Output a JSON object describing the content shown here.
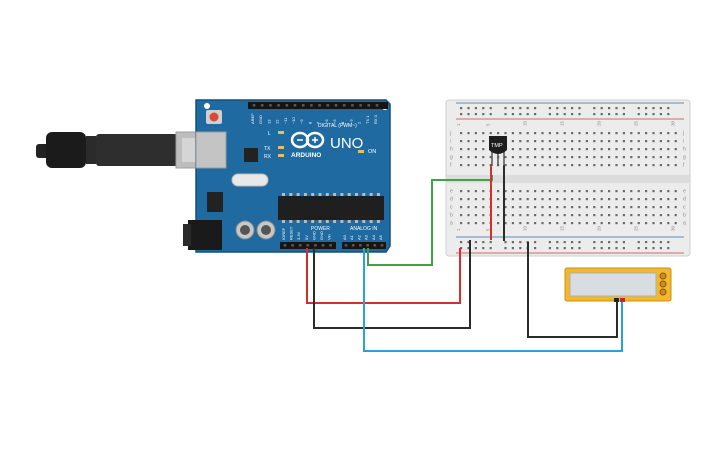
{
  "colors": {
    "board": "#1e6aa1",
    "board_dark": "#154f7a",
    "breadboard": "#e9e9e9",
    "rail_red": "#d23a3a",
    "rail_blue": "#2a6fb0",
    "wire_red": "#d32f2f",
    "wire_black": "#2b2b2b",
    "wire_green": "#43a047",
    "wire_blue": "#29a3d6",
    "display_frame": "#f2b72a",
    "display_screen": "#d7dde0"
  },
  "arduino": {
    "brand": "ARDUINO",
    "model": "UNO",
    "digital_label": "DIGITAL (PWM~)",
    "power_label": "POWER",
    "analog_label": "ANALOG IN",
    "on_label": "ON",
    "led_l": "L",
    "led_tx": "TX",
    "led_rx": "RX",
    "digital_pins": [
      "AREF",
      "GND",
      "13",
      "12",
      "~11",
      "~10",
      "~9",
      "8",
      "7",
      "~6",
      "~5",
      "4",
      "~3",
      "2",
      "TX 1",
      "RX 0"
    ],
    "power_pins": [
      "IOREF",
      "RESET",
      "3.3V",
      "5V",
      "GND",
      "GND",
      "Vin"
    ],
    "analog_pins": [
      "A0",
      "A1",
      "A2",
      "A3",
      "A4",
      "A5"
    ]
  },
  "sensor": {
    "label": "TMP"
  },
  "breadboard": {
    "row_letters_top": [
      "j",
      "i",
      "h",
      "g",
      "f"
    ],
    "row_letters_bottom": [
      "e",
      "d",
      "c",
      "b",
      "a"
    ],
    "column_numbers": [
      "1",
      "5",
      "10",
      "15",
      "20",
      "25",
      "30"
    ]
  },
  "display": {
    "button_icons": [
      "mode-button-icon",
      "up-button-icon",
      "down-button-icon"
    ]
  },
  "usb": {
    "icon": "usb-trident-icon"
  }
}
